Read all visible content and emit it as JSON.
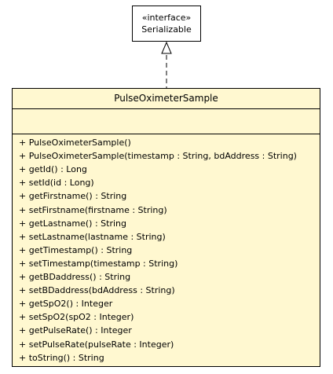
{
  "interface": {
    "stereotype": "«interface»",
    "name": "Serializable"
  },
  "class": {
    "name": "PulseOximeterSample",
    "operations": [
      "+ PulseOximeterSample()",
      "+ PulseOximeterSample(timestamp : String, bdAddress : String)",
      "+ getId() : Long",
      "+ setId(id : Long)",
      "+ getFirstname() : String",
      "+ setFirstname(firstname : String)",
      "+ getLastname() : String",
      "+ setLastname(lastname : String)",
      "+ getTimestamp() : String",
      "+ setTimestamp(timestamp : String)",
      "+ getBDaddress() : String",
      "+ setBDaddress(bdAddress : String)",
      "+ getSpO2() : Integer",
      "+ setSpO2(spO2 : Integer)",
      "+ getPulseRate() : Integer",
      "+ setPulseRate(pulseRate : Integer)",
      "+ toString() : String"
    ]
  },
  "colors": {
    "class_fill": "#fff8d0",
    "interface_fill": "#ffffff",
    "line": "#000000"
  }
}
